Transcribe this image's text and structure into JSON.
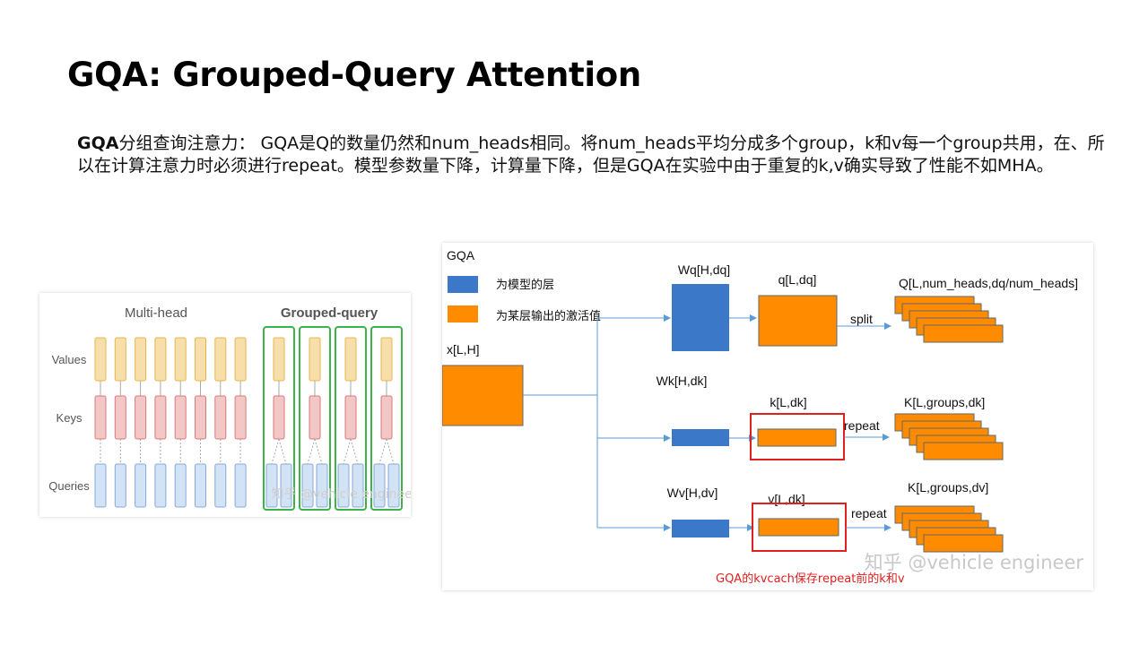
{
  "title": "GQA: Grouped-Query Attention",
  "description": {
    "lead": "GQA",
    "text": "分组查询注意力： GQA是Q的数量仍然和num_heads相同。将num_heads平均分成多个group，k和v每一个group共用，在、所以在计算注意力时必须进行repeat。模型参数量下降，计算量下降，但是GQA在实验中由于重复的k,v确实导致了性能不如MHA。"
  },
  "left_figure": {
    "multi_head_title": "Multi-head",
    "grouped_query_title": "Grouped-query",
    "row_labels": [
      "Values",
      "Keys",
      "Queries"
    ],
    "watermark": "知乎 @vehicle engineer",
    "colors": {
      "values": "#f6dfaa",
      "keys": "#f4c7c7",
      "queries": "#d3e3f6",
      "group_box": "#3cb34a"
    }
  },
  "right_figure": {
    "title": "GQA",
    "legend": [
      {
        "label": "为模型的层",
        "color": "#3b78c8"
      },
      {
        "label": "为某层输出的激活值",
        "color": "#ff8c00"
      }
    ],
    "x_label": "x[L,H]",
    "wq_label": "Wq[H,dq]",
    "q_label": "q[L,dq]",
    "split_label": "split",
    "Q_label": "Q[L,num_heads,dq/num_heads]",
    "wk_label": "Wk[H,dk]",
    "k_label": "k[L,dk]",
    "repeat_k_label": "repeat",
    "K_label": "K[L,groups,dk]",
    "wv_label": "Wv[H,dv]",
    "v_label": "v[L,dk]",
    "repeat_v_label": "repeat",
    "V_label": "K[L,groups,dv]",
    "note": "GQA的kvcach保存repeat前的k和v",
    "watermark": "知乎 @vehicle engineer",
    "colors": {
      "layer": "#3b78c8",
      "activation": "#ff8c00",
      "highlight": "#e0201e",
      "arrow": "#5b9bd5"
    }
  }
}
